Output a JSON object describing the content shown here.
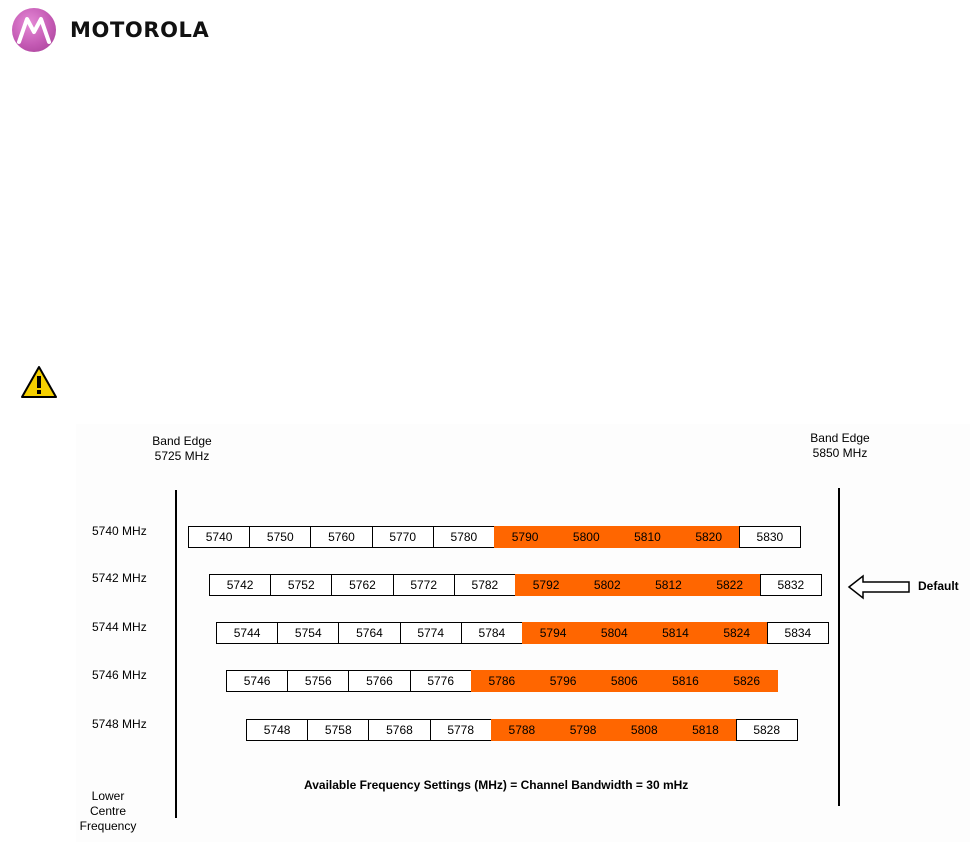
{
  "brand": {
    "name": "MOTOROLA"
  },
  "diagram": {
    "band_edge_left": [
      "Band Edge",
      "5725 MHz"
    ],
    "band_edge_right": [
      "Band Edge",
      "5850 MHz"
    ],
    "lower_centre_frequency": [
      "Lower Centre",
      "Frequency"
    ],
    "footer": "Available Frequency Settings (MHz) = Channel Bandwidth = 30 mHz",
    "default_label": "Default",
    "default_row": 1,
    "colors": {
      "highlight": "#ff6600",
      "cell_border": "#000000"
    },
    "rows": [
      {
        "label": "5740 MHz",
        "cells": [
          {
            "v": "5740",
            "hl": false
          },
          {
            "v": "5750",
            "hl": false
          },
          {
            "v": "5760",
            "hl": false
          },
          {
            "v": "5770",
            "hl": false
          },
          {
            "v": "5780",
            "hl": false
          },
          {
            "v": "5790",
            "hl": true
          },
          {
            "v": "5800",
            "hl": true
          },
          {
            "v": "5810",
            "hl": true
          },
          {
            "v": "5820",
            "hl": true
          },
          {
            "v": "5830",
            "hl": false
          }
        ]
      },
      {
        "label": "5742 MHz",
        "cells": [
          {
            "v": "5742",
            "hl": false
          },
          {
            "v": "5752",
            "hl": false
          },
          {
            "v": "5762",
            "hl": false
          },
          {
            "v": "5772",
            "hl": false
          },
          {
            "v": "5782",
            "hl": false
          },
          {
            "v": "5792",
            "hl": true
          },
          {
            "v": "5802",
            "hl": true
          },
          {
            "v": "5812",
            "hl": true
          },
          {
            "v": "5822",
            "hl": true
          },
          {
            "v": "5832",
            "hl": false
          }
        ]
      },
      {
        "label": "5744 MHz",
        "cells": [
          {
            "v": "5744",
            "hl": false
          },
          {
            "v": "5754",
            "hl": false
          },
          {
            "v": "5764",
            "hl": false
          },
          {
            "v": "5774",
            "hl": false
          },
          {
            "v": "5784",
            "hl": false
          },
          {
            "v": "5794",
            "hl": true
          },
          {
            "v": "5804",
            "hl": true
          },
          {
            "v": "5814",
            "hl": true
          },
          {
            "v": "5824",
            "hl": true
          },
          {
            "v": "5834",
            "hl": false
          }
        ]
      },
      {
        "label": "5746 MHz",
        "cells": [
          {
            "v": "5746",
            "hl": false
          },
          {
            "v": "5756",
            "hl": false
          },
          {
            "v": "5766",
            "hl": false
          },
          {
            "v": "5776",
            "hl": false
          },
          {
            "v": "5786",
            "hl": true
          },
          {
            "v": "5796",
            "hl": true
          },
          {
            "v": "5806",
            "hl": true
          },
          {
            "v": "5816",
            "hl": true
          },
          {
            "v": "5826",
            "hl": true
          }
        ]
      },
      {
        "label": "5748 MHz",
        "cells": [
          {
            "v": "5748",
            "hl": false
          },
          {
            "v": "5758",
            "hl": false
          },
          {
            "v": "5768",
            "hl": false
          },
          {
            "v": "5778",
            "hl": false
          },
          {
            "v": "5788",
            "hl": true
          },
          {
            "v": "5798",
            "hl": true
          },
          {
            "v": "5808",
            "hl": true
          },
          {
            "v": "5818",
            "hl": true
          },
          {
            "v": "5828",
            "hl": false
          }
        ]
      }
    ]
  }
}
